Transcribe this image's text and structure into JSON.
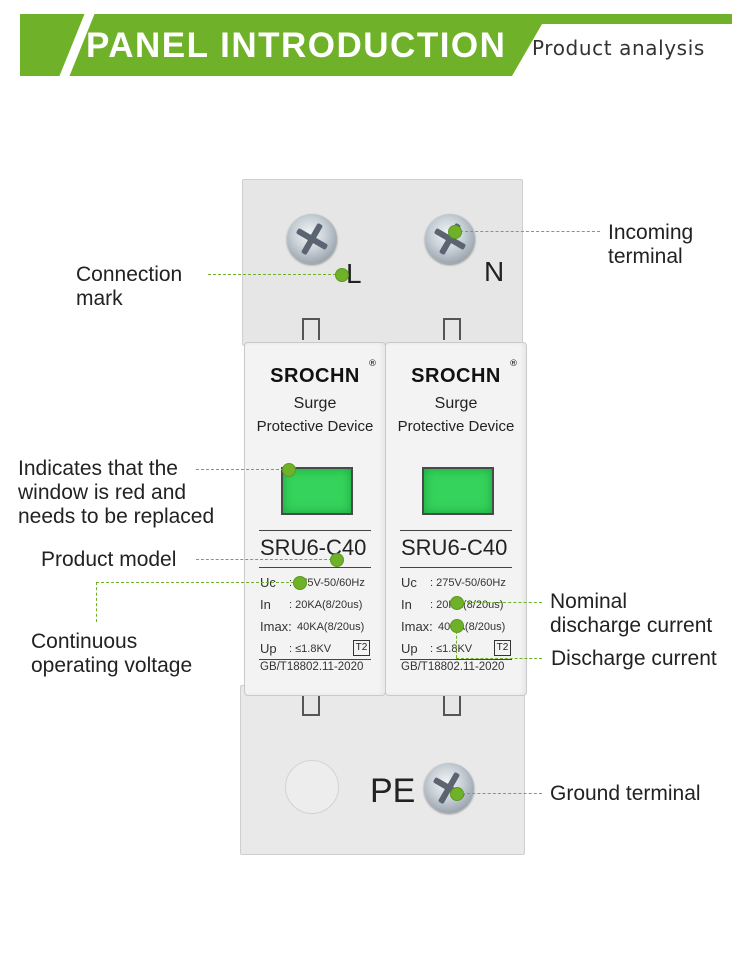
{
  "header": {
    "title": "PANEL INTRODUCTION",
    "subtitle": "Product analysis",
    "accent_color": "#6fb229"
  },
  "device": {
    "terminal_left": "L",
    "terminal_right": "N",
    "terminal_ground": "PE",
    "modules": [
      {
        "brand": "SROCHN",
        "reg_mark": "®",
        "type_line1": "Surge",
        "type_line2": "Protective Device",
        "model": "SRU6-C40",
        "specs": [
          {
            "key": "Uc",
            "value": ": 275V-50/60Hz"
          },
          {
            "key": "In",
            "value": ": 20KA(8/20us)"
          },
          {
            "key": "Imax:",
            "value": "40KA(8/20us)"
          },
          {
            "key": "Up",
            "value": ": ≤1.8KV"
          }
        ],
        "class_badge": "T2",
        "standard": "GB/T18802.11-2020"
      },
      {
        "brand": "SROCHN",
        "reg_mark": "®",
        "type_line1": "Surge",
        "type_line2": "Protective Device",
        "model": "SRU6-C40",
        "specs": [
          {
            "key": "Uc",
            "value": ": 275V-50/60Hz"
          },
          {
            "key": "In",
            "value": ": 20KA(8/20us)"
          },
          {
            "key": "Imax:",
            "value": "40KA(8/20us)"
          },
          {
            "key": "Up",
            "value": ": ≤1.8KV"
          }
        ],
        "class_badge": "T2",
        "standard": "GB/T18802.11-2020"
      }
    ],
    "window_color": "#35d35b"
  },
  "callouts": {
    "connection_mark": [
      "Connection",
      "mark"
    ],
    "incoming_terminal": [
      "Incoming",
      "terminal"
    ],
    "indicator_window": [
      "Indicates that the",
      "window is red and",
      "needs to be replaced"
    ],
    "product_model": [
      "Product model"
    ],
    "continuous_voltage": [
      "Continuous",
      "operating voltage"
    ],
    "nominal_current": [
      "Nominal",
      "discharge current"
    ],
    "discharge_current": [
      "Discharge current"
    ],
    "ground_terminal": [
      "Ground terminal"
    ]
  }
}
